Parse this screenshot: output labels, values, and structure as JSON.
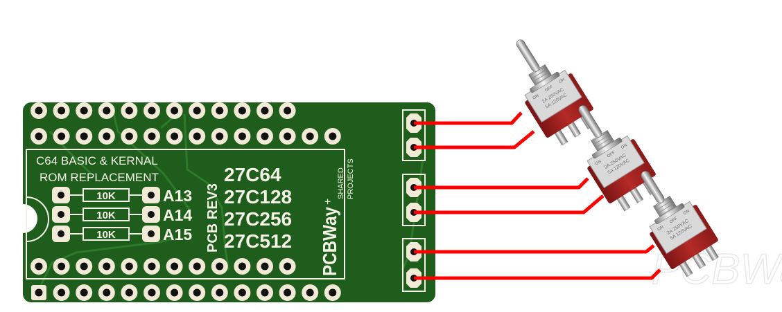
{
  "pcb": {
    "title_line1": "C64 BASIC &  KERNAL",
    "title_line2": "ROM REPLACEMENT",
    "revision": "PCB REV3",
    "chips": [
      "27C64",
      "27C128",
      "27C256",
      "27C512"
    ],
    "resistors": [
      {
        "value": "10K",
        "label": "A13"
      },
      {
        "value": "10K",
        "label": "A14"
      },
      {
        "value": "10K",
        "label": "A15"
      }
    ],
    "logo": {
      "brand": "PCBWay",
      "plus": "+",
      "line1": "SHARED",
      "line2": "PROJECTS"
    }
  },
  "switches": [
    {
      "marks": [
        "ON",
        "OFF",
        "ON"
      ],
      "rating1": "2A 250VAC",
      "rating2": "5A 120VAC"
    },
    {
      "marks": [
        "ON",
        "OFF",
        "ON"
      ],
      "rating1": "2A 250VAC",
      "rating2": "5A 120VAC"
    },
    {
      "marks": [
        "ON",
        "OFF",
        "ON"
      ],
      "rating1": "2A 250VAC",
      "rating2": "5A 120VAC"
    }
  ],
  "watermark": "PCBWay",
  "colors": {
    "board": "#1f5d1c",
    "trace": "#2f7a2a",
    "silk": "#f4f1e6",
    "wire": "#ff0000",
    "switch_body": "#a8201f"
  }
}
